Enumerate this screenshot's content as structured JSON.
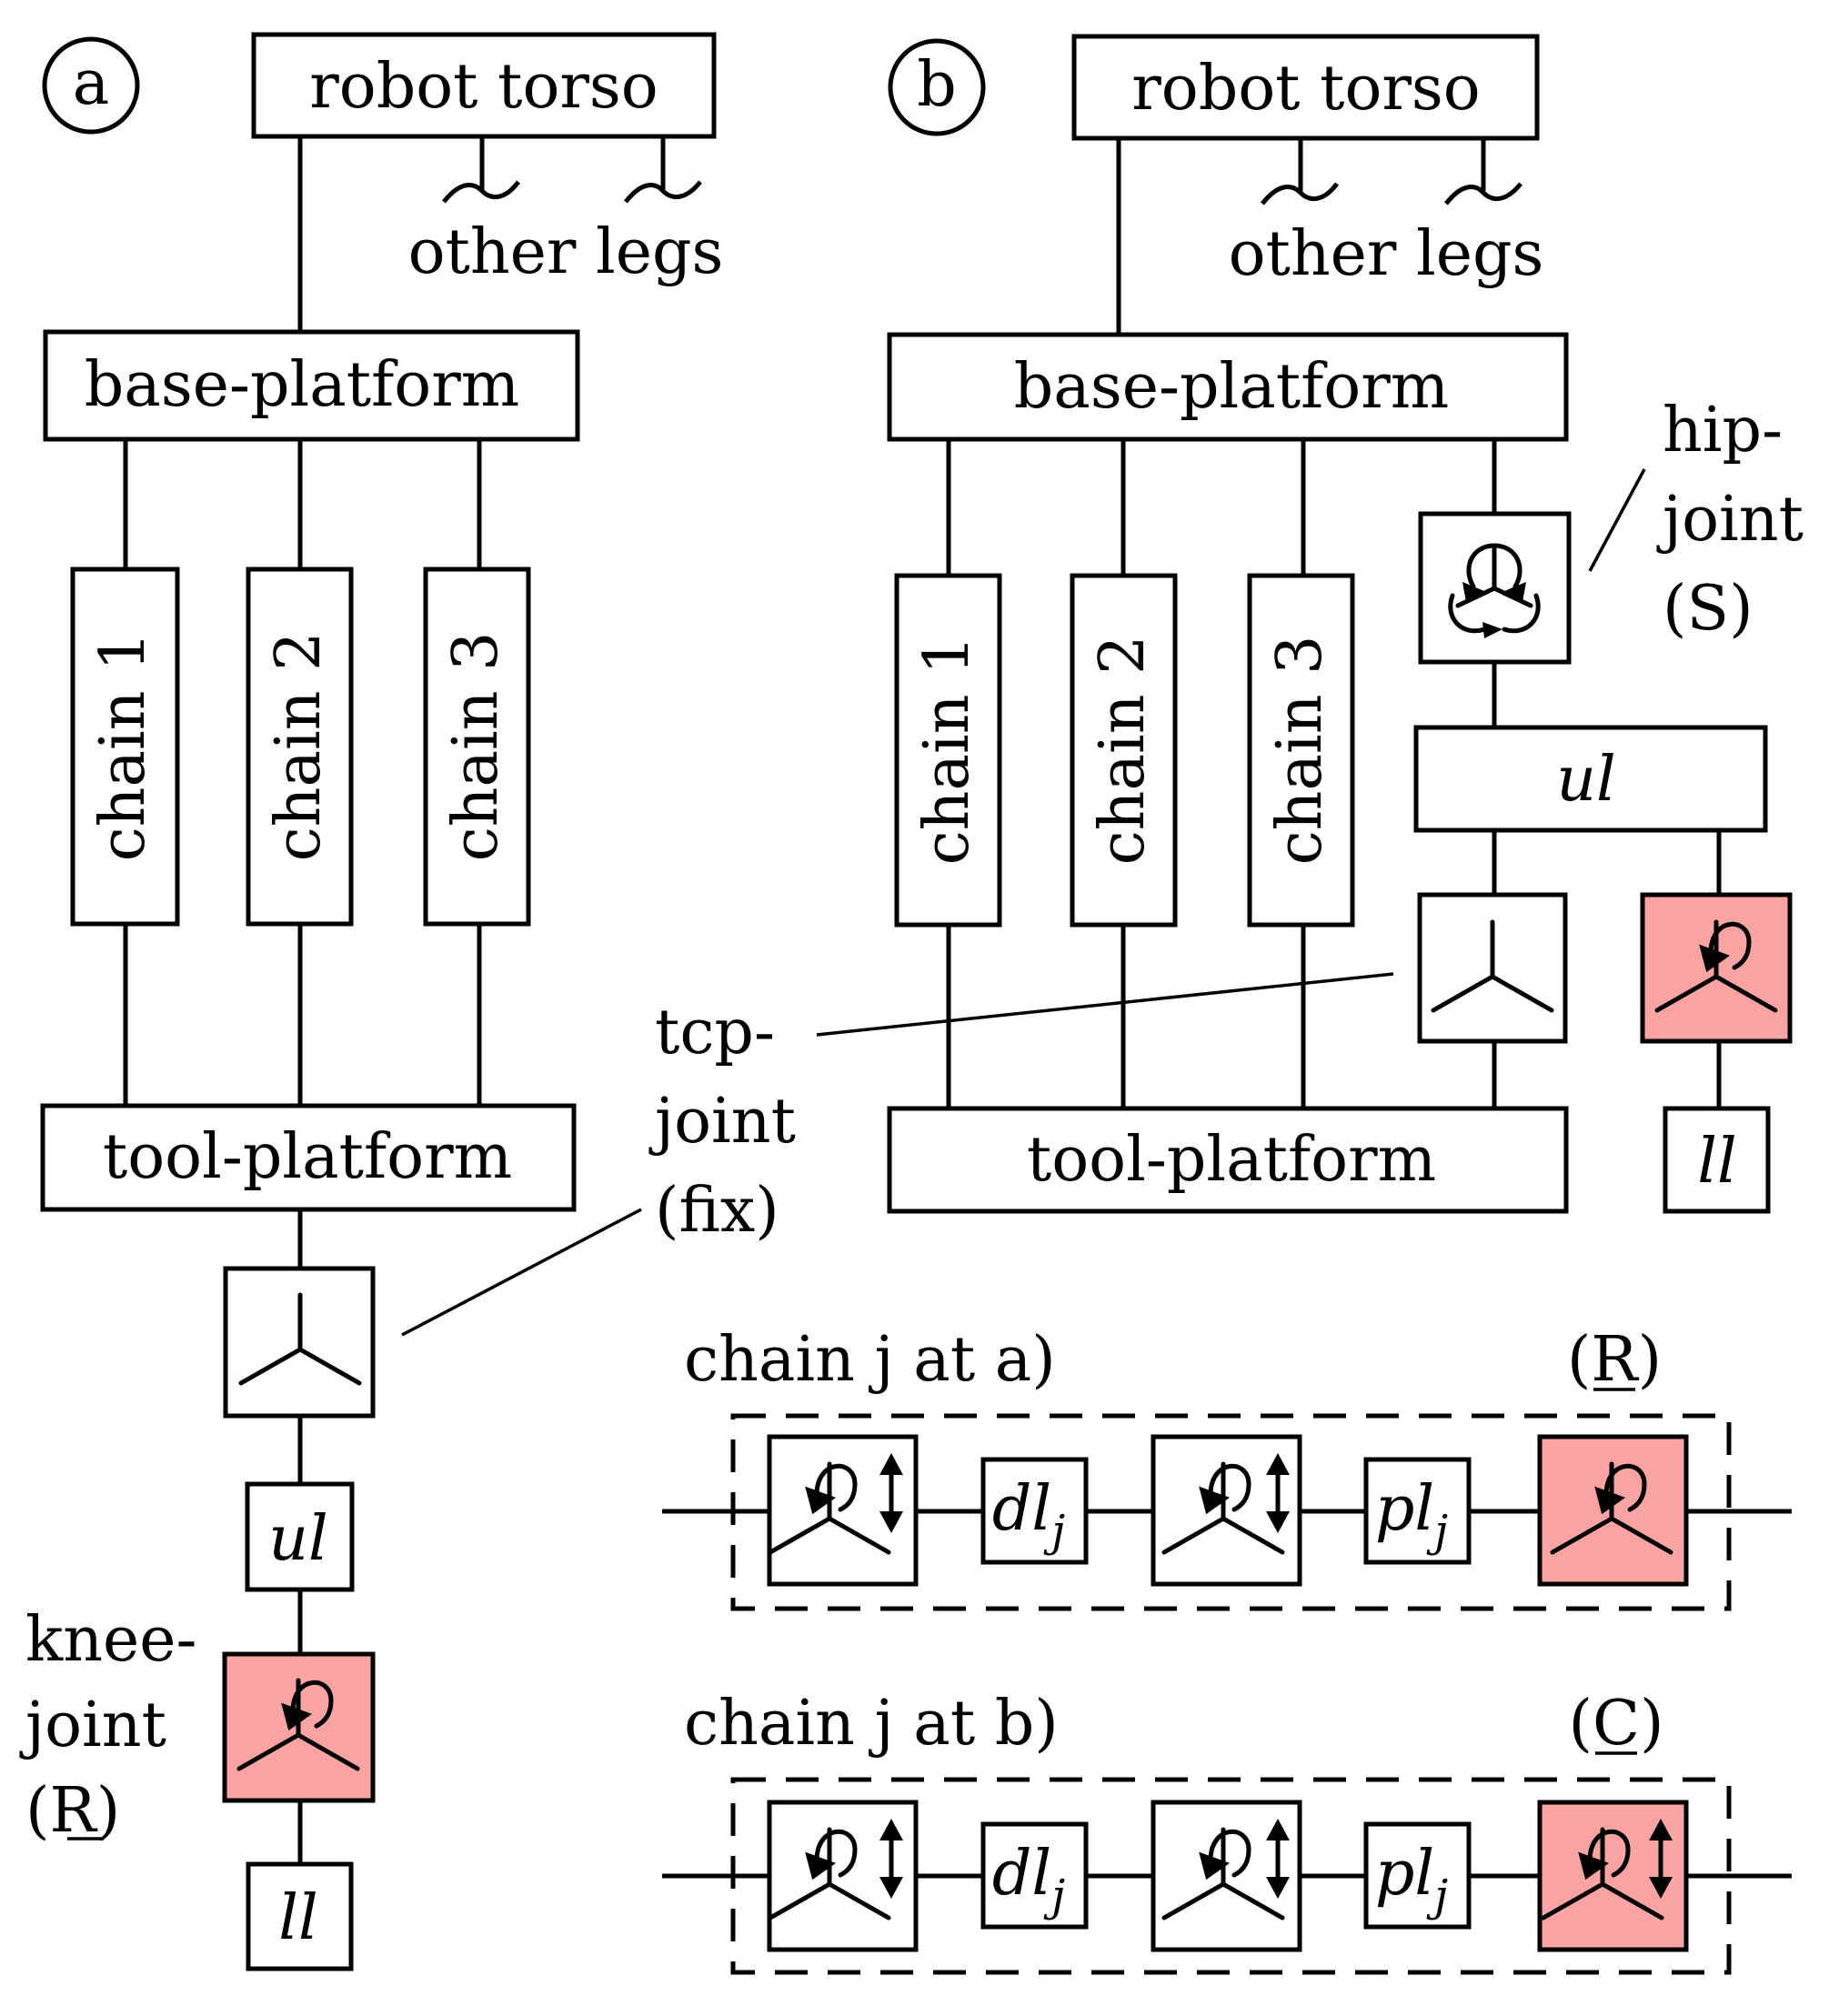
{
  "panel_a": {
    "badge": "a",
    "robot_torso": "robot torso",
    "other_legs": "other legs",
    "base_platform": "base-platform",
    "chains": [
      "chain 1",
      "chain 2",
      "chain 3"
    ],
    "tool_platform": "tool-platform",
    "upper_link": "ul",
    "lower_link": "ll",
    "knee_joint_label": [
      "knee-",
      "joint",
      "(R)"
    ]
  },
  "panel_b": {
    "badge": "b",
    "robot_torso": "robot torso",
    "other_legs": "other legs",
    "base_platform": "base-platform",
    "chains": [
      "chain 1",
      "chain 2",
      "chain 3"
    ],
    "tool_platform": "tool-platform",
    "upper_link": "ul",
    "lower_link": "ll",
    "hip_joint_label": [
      "hip-",
      "joint",
      "(S)"
    ]
  },
  "tcp_joint_label": [
    "tcp-",
    "joint",
    "(fix)"
  ],
  "chain_details": [
    {
      "title": "chain j at a)",
      "joint_type": "(R)",
      "links": [
        {
          "name": "dl",
          "subscript": "j"
        },
        {
          "name": "pl",
          "subscript": "j"
        }
      ]
    },
    {
      "title": "chain j at b)",
      "joint_type": "(C)",
      "links": [
        {
          "name": "dl",
          "subscript": "j"
        },
        {
          "name": "pl",
          "subscript": "j"
        }
      ]
    }
  ],
  "colors": {
    "active_joint_fill": "#f9a4a2",
    "stroke": "#000000"
  },
  "icons": {
    "fixed_joint": "tripod-icon",
    "revolute_joint": "rotation-arrow-tripod-icon",
    "cylindrical_joint": "rotation-translation-tripod-icon",
    "spherical_joint": "triple-rotation-icon"
  }
}
